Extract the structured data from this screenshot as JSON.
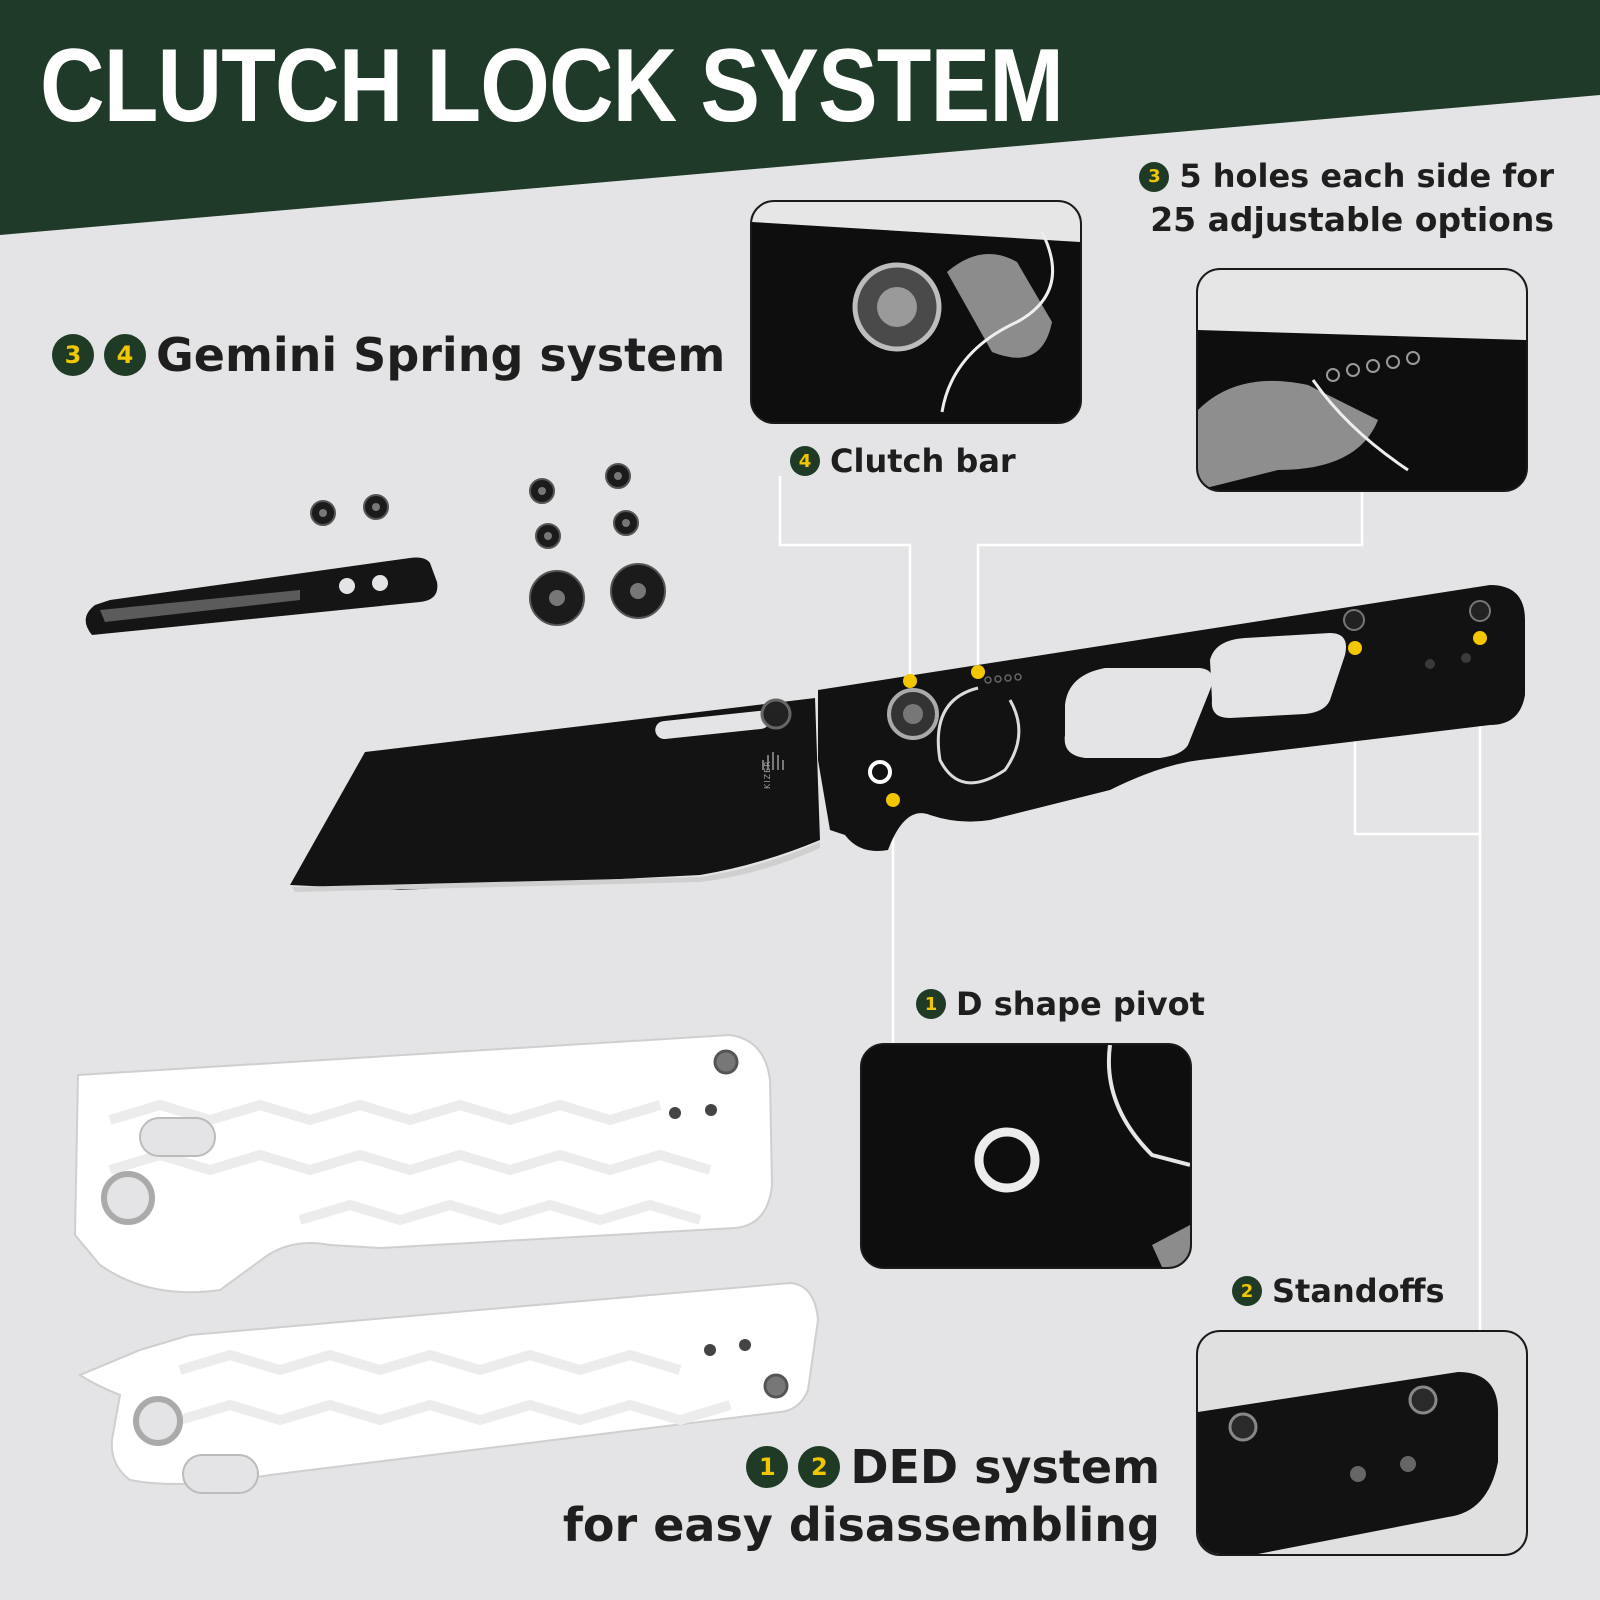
{
  "title": "CLUTCH LOCK SYSTEM",
  "colors": {
    "banner": "#1f3a28",
    "background": "#e4e4e6",
    "badge": "#1f3b26",
    "badge_text": "#f2c600",
    "callout_dot": "#f2c600",
    "knife": "#111111",
    "scales": "#ffffff"
  },
  "labels": {
    "gemini": {
      "badges": [
        "3",
        "4"
      ],
      "text": "Gemini Spring system"
    },
    "holes": {
      "badge": "3",
      "line1": "5 holes each side for",
      "line2": "25 adjustable options"
    },
    "clutch": {
      "badge": "4",
      "text": "Clutch bar"
    },
    "pivot": {
      "badge": "1",
      "text": "D shape pivot"
    },
    "standoffs": {
      "badge": "2",
      "text": "Standoffs"
    },
    "ded": {
      "badges": [
        "1",
        "2"
      ],
      "line1": "DED system",
      "line2": "for easy disassembling"
    }
  },
  "blade_logo": "KIZER"
}
